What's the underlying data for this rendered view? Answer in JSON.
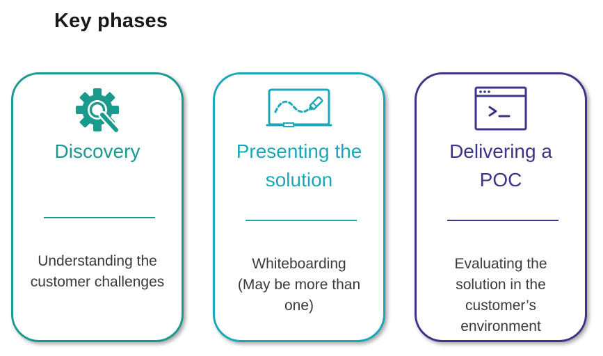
{
  "title": "Key phases",
  "phases": [
    {
      "name": "Discovery",
      "description": "Understanding the customer challenges",
      "icon": "magnifier-gear-icon",
      "color": "#1a9a8c"
    },
    {
      "name": "Presenting the solution",
      "description": "Whiteboarding (May be more than one)",
      "icon": "whiteboard-icon",
      "color": "#1aa7b9"
    },
    {
      "name": "Delivering a POC",
      "description": "Evaluating the solution in the customer’s environment",
      "icon": "terminal-window-icon",
      "color": "#3c3489"
    }
  ]
}
